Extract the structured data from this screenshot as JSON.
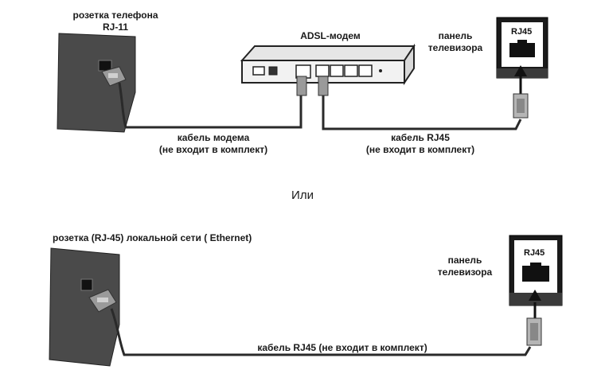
{
  "diagram_top": {
    "phone_socket_label_line1": "розетка телефона",
    "phone_socket_label_line2": "RJ-11",
    "modem_label": "ADSL-модем",
    "tv_panel_label_line1": "панель",
    "tv_panel_label_line2": "телевизора",
    "tv_port_label": "RJ45",
    "modem_cable_line1": "кабель модема",
    "modem_cable_line2": "(не входит в комплект)",
    "rj45_cable_line1": "кабель RJ45",
    "rj45_cable_line2": "(не входит в комплект)"
  },
  "separator": "Или",
  "diagram_bottom": {
    "lan_socket_label": "розетка (RJ-45) локальной сети ( Ethernet)",
    "tv_panel_label_line1": "панель",
    "tv_panel_label_line2": "телевизора",
    "tv_port_label": "RJ45",
    "cable_label": "кабель RJ45 (не входит в комплект)"
  },
  "colors": {
    "wall": "#4a4a4a",
    "cable": "#2a2a2a",
    "modem_body": "#f2f2f2",
    "panel": "#1a1a1a"
  }
}
